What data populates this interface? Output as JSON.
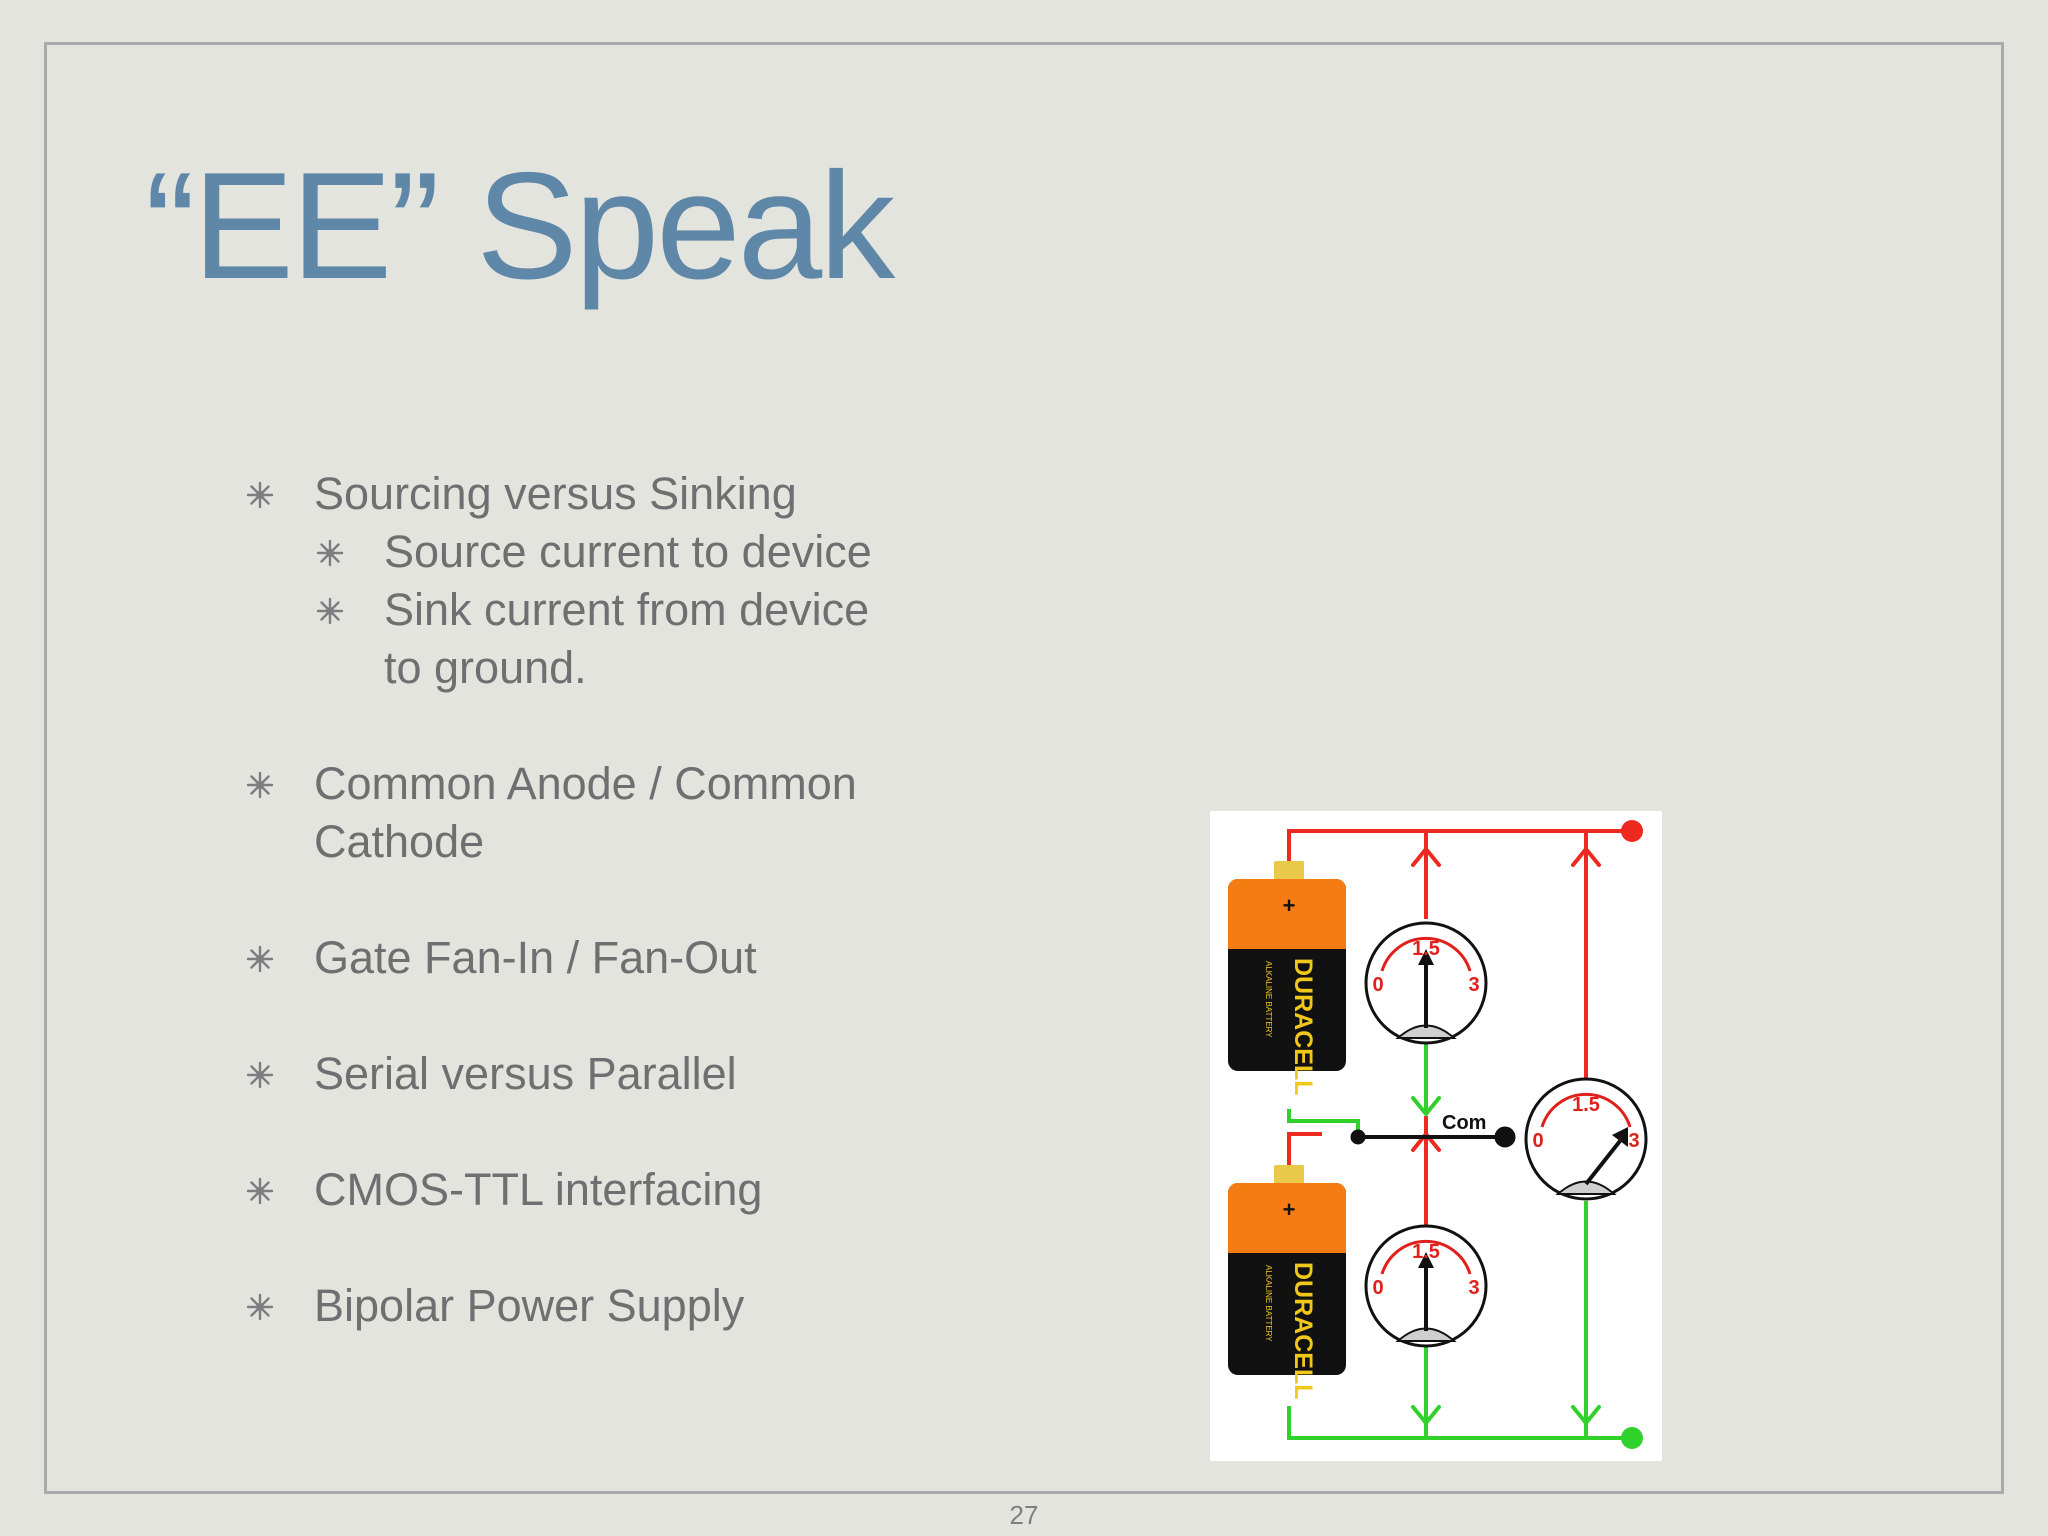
{
  "slide": {
    "title": "“EE” Speak",
    "page_number": "27",
    "bullets": [
      {
        "text": "Sourcing versus Sinking"
      },
      {
        "text": "Source current to device",
        "level": 2
      },
      {
        "text": "Sink current from device",
        "level": 2
      },
      {
        "text": "to ground.",
        "level": 2,
        "continuation": true
      },
      {
        "text": "Common Anode / Common"
      },
      {
        "text": "Cathode",
        "continuation": true
      },
      {
        "text": "Gate Fan-In / Fan-Out"
      },
      {
        "text": "Serial versus Parallel"
      },
      {
        "text": "CMOS-TTL interfacing"
      },
      {
        "text": "Bipolar Power Supply"
      }
    ]
  },
  "diagram": {
    "battery_plus": "+",
    "battery_brand": "DURACELL",
    "battery_subtext": "ALKALINE BATTERY",
    "meter_mid": "1.5",
    "meter_min": "0",
    "meter_max": "3",
    "common_label": "Com",
    "colors": {
      "positive_wire": "#ee2a20",
      "negative_wire": "#31d12c",
      "common_wire": "#111111",
      "battery_top": "#f57c12",
      "battery_body": "#111111",
      "battery_cap": "#e8c94a",
      "battery_text": "#f0c81c",
      "meter_scale": "#e0201a"
    }
  }
}
